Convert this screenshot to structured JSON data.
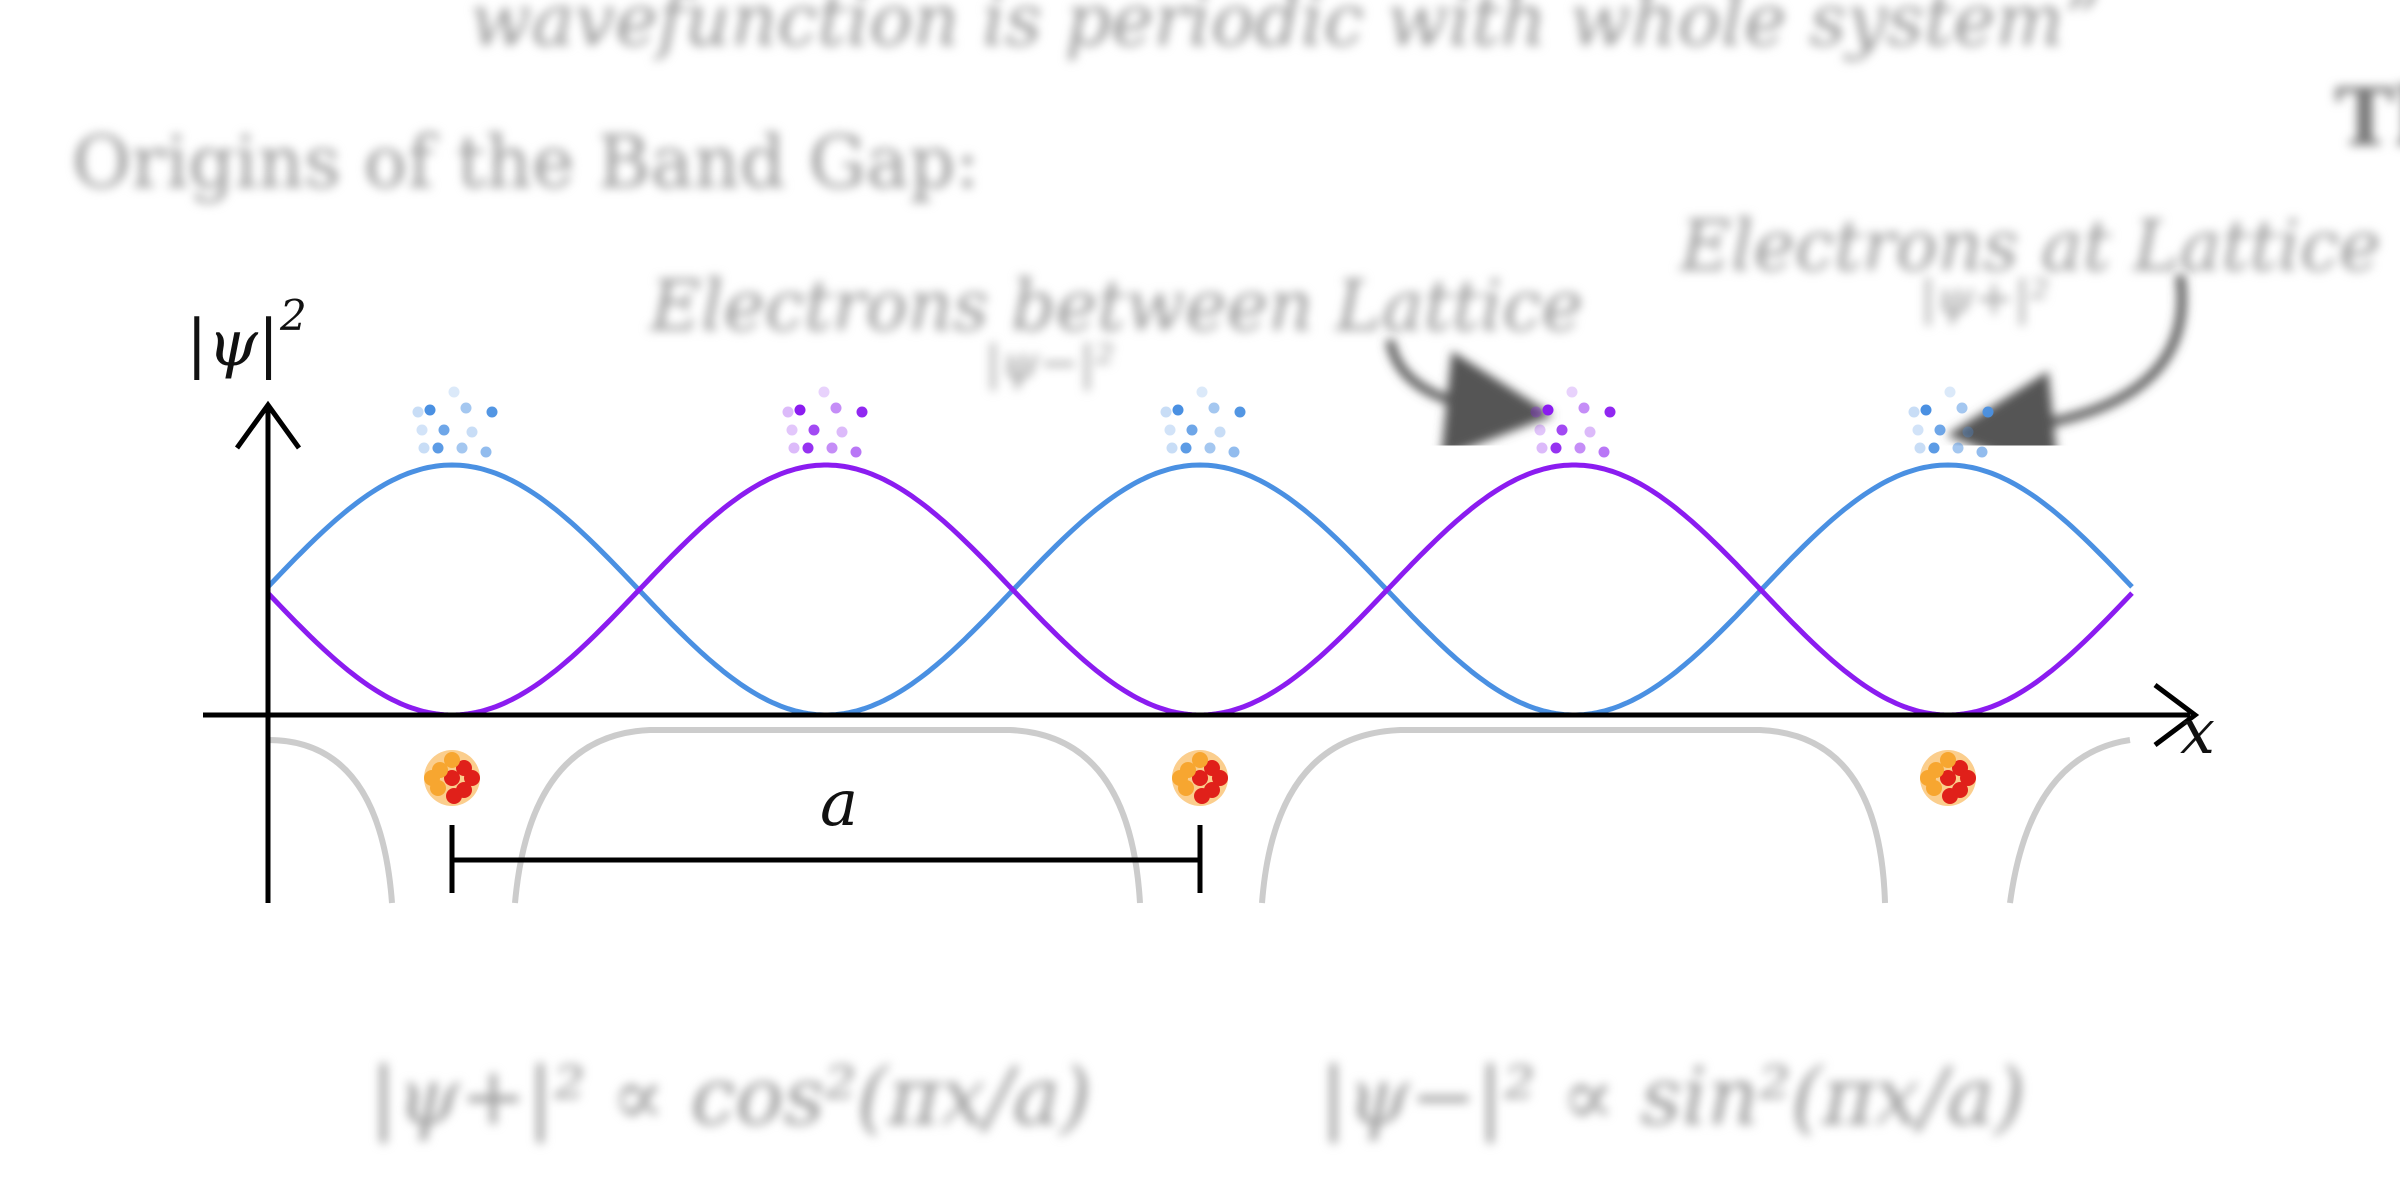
{
  "slide": {
    "heading": "wavefunction is periodic with whole system”",
    "section_title": "Origins of the Band Gap:",
    "corner_title": "Th"
  },
  "annotations": {
    "between_lattice": "Electrons between Lattice",
    "between_lattice_sub": "|ψ−|²",
    "at_lattice": "Electrons at Lattice",
    "at_lattice_sub": "|ψ+|²"
  },
  "axes": {
    "y_label": "|ψ|",
    "y_label_exp": "2",
    "x_label": "x",
    "spacing_label": "a"
  },
  "formulas": {
    "psi_plus": "|ψ+|² ∝ cos²(πx/a)",
    "psi_minus": "|ψ−|² ∝ sin²(πx/a)"
  },
  "colors": {
    "psi_plus": "#4a90e2",
    "psi_minus": "#8b1cf0",
    "potential": "#cccccc",
    "nucleus_core": "#e0201a",
    "nucleus_halo": "#f7a630",
    "axis": "#000000"
  }
}
